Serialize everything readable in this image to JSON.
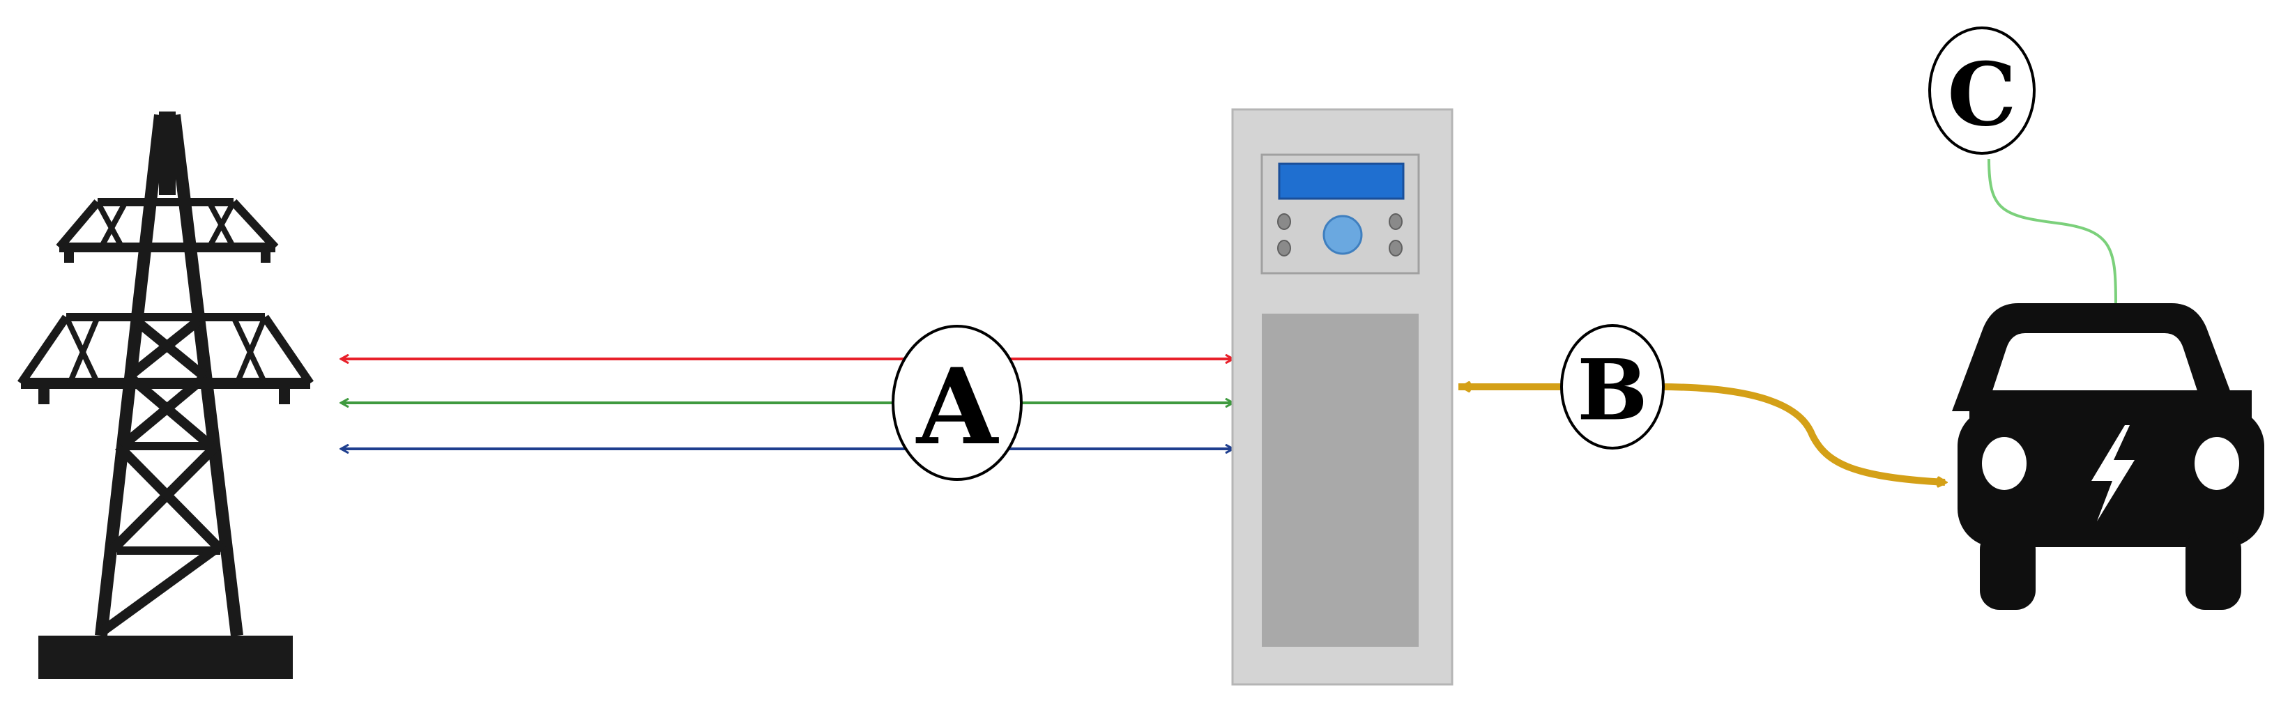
{
  "labels": {
    "a": "A",
    "b": "B",
    "c": "C"
  },
  "colors": {
    "line_red": "#e8202a",
    "line_green": "#3f9a3f",
    "line_blue": "#1f3f8f",
    "cable_gold": "#d4a017",
    "signal_green": "#7bd07b",
    "charger_body": "#d4d4d4",
    "charger_panel": "#a9a9a9",
    "display_blue": "#1f6fd0",
    "silhouette": "#0f0f0f"
  },
  "icons": {
    "tower": "transmission-tower-icon",
    "charger": "charging-station-icon",
    "car": "electric-car-icon",
    "bolt": "lightning-bolt-icon"
  }
}
